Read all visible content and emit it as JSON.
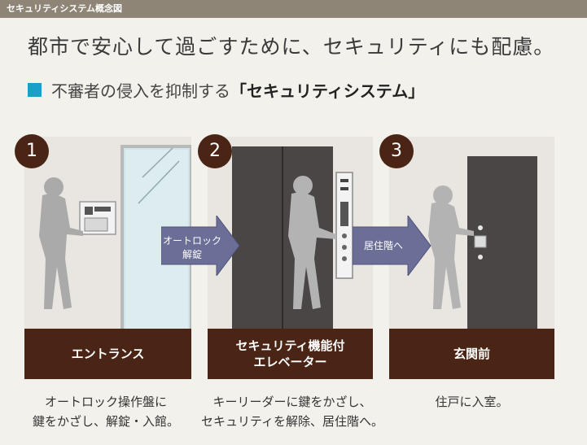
{
  "header": {
    "title": "セキュリティシステム概念図"
  },
  "headline": "都市で安心して過ごすために、セキュリティにも配慮。",
  "subheading": {
    "plain": "不審者の侵入を抑制する",
    "strong": "「セキュリティシステム」"
  },
  "steps": [
    {
      "number": "1",
      "label_line1": "エントランス",
      "label_line2": "",
      "caption_line1": "オートロック操作盤に",
      "caption_line2": "鍵をかざし、解錠・入館。"
    },
    {
      "number": "2",
      "label_line1": "セキュリティ機能付",
      "label_line2": "エレベーター",
      "caption_line1": "キーリーダーに鍵をかざし、",
      "caption_line2": "セキュリティを解除、居住階へ。"
    },
    {
      "number": "3",
      "label_line1": "玄関前",
      "label_line2": "",
      "caption_line1": "住戸に入室。",
      "caption_line2": ""
    }
  ],
  "arrows": [
    {
      "line1": "オートロック",
      "line2": "解錠"
    },
    {
      "line1": "居住階へ",
      "line2": ""
    }
  ],
  "colors": {
    "header_bg": "#8f8577",
    "accent_square": "#1aa0c8",
    "band": "#4a2414",
    "arrow": "#6b6f97"
  }
}
